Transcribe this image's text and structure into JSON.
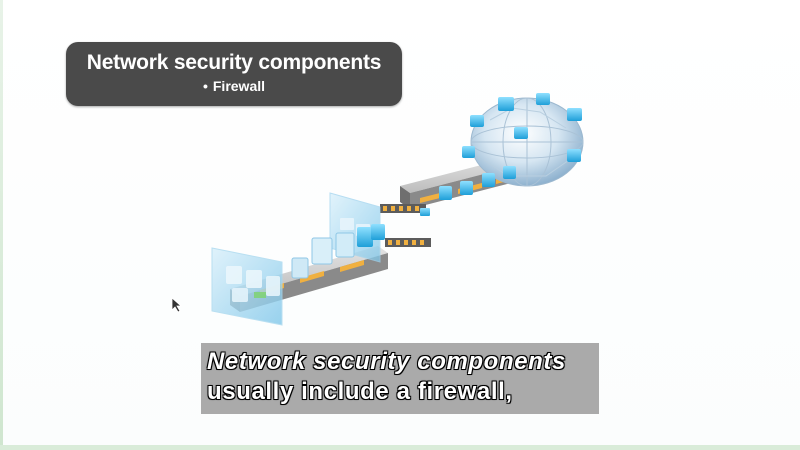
{
  "title_card": {
    "title": "Network security components",
    "bullet": "Firewall"
  },
  "caption": {
    "line1": "Network security components",
    "line2": "usually include a firewall,"
  },
  "illustration": {
    "icons": [
      "globe-icon",
      "firewall-icon",
      "data-packet-icon",
      "server-panel-icon"
    ]
  },
  "colors": {
    "card_bg": "#4a4a4a",
    "caption_bg": "#787878",
    "accent_blue": "#37a8dc",
    "bar_gray": "#8e8e8e",
    "stripe_orange": "#f0b040"
  }
}
